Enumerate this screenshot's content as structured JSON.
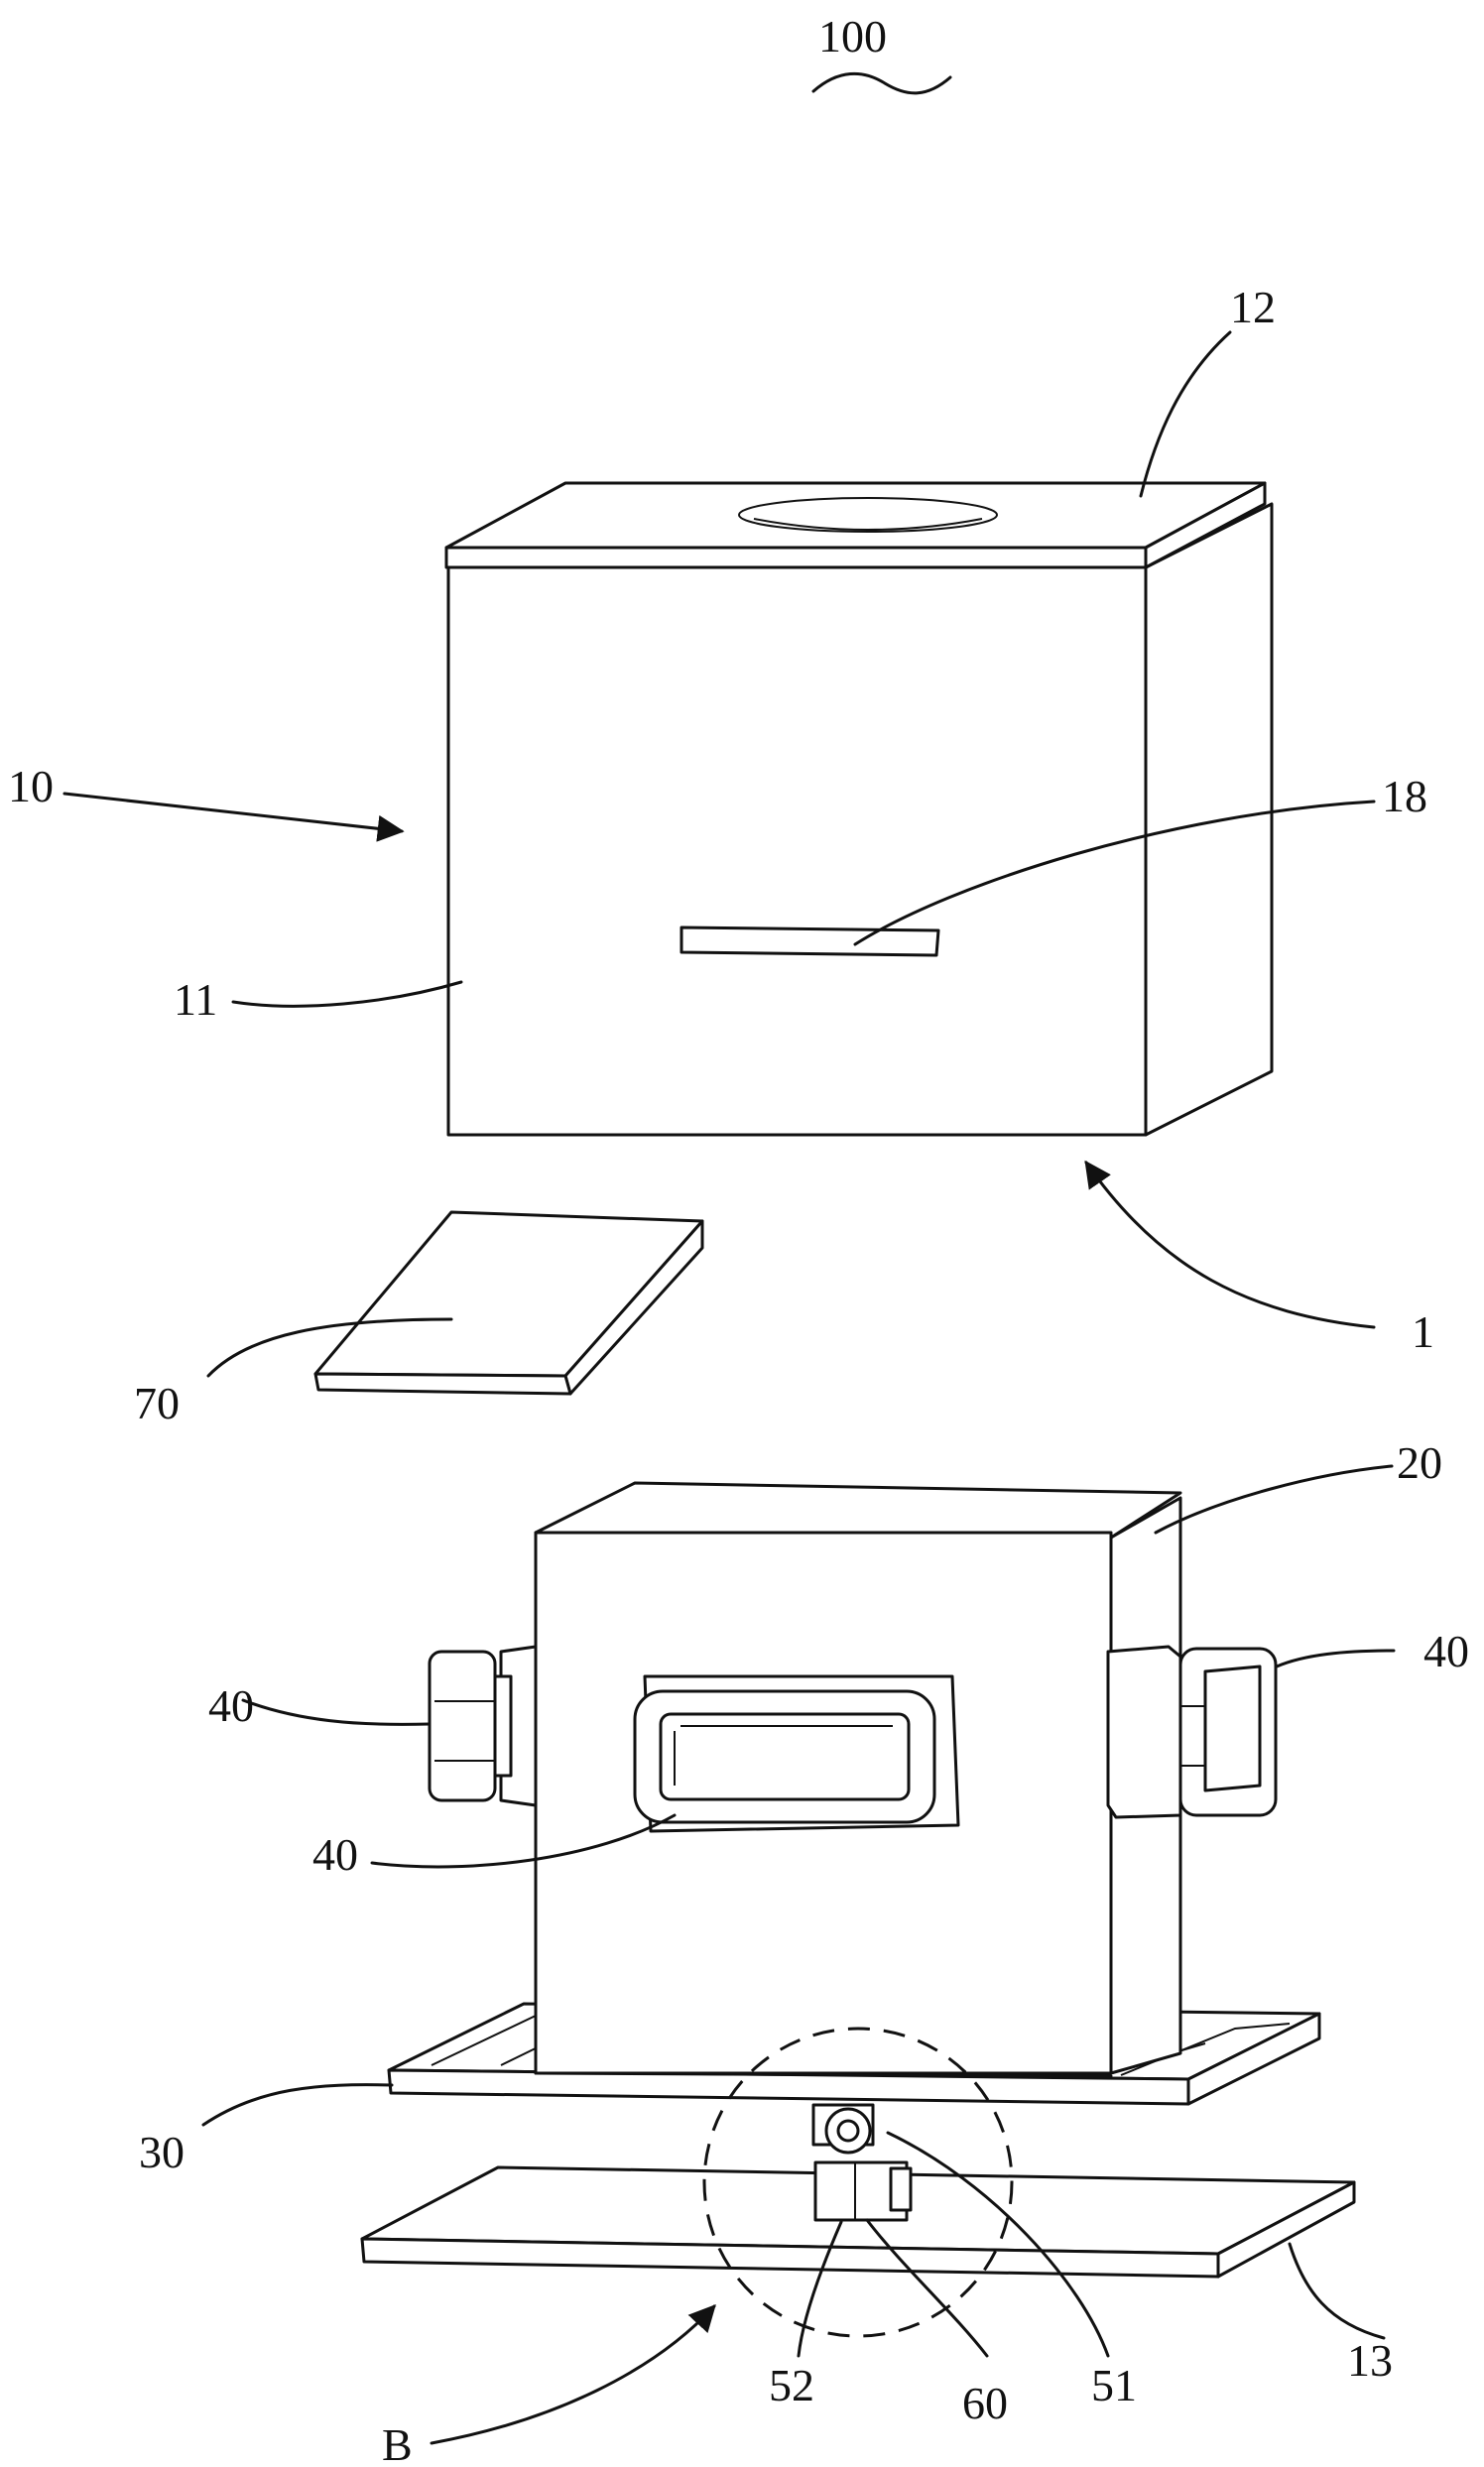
{
  "labels": {
    "l100": "100",
    "l12": "12",
    "l10": "10",
    "l18": "18",
    "l11": "11",
    "l1": "1",
    "l70": "70",
    "l20": "20",
    "l40a": "40",
    "l40b": "40",
    "l40c": "40",
    "l30": "30",
    "l13": "13",
    "l52": "52",
    "l60": "60",
    "l51": "51",
    "lB": "B"
  }
}
